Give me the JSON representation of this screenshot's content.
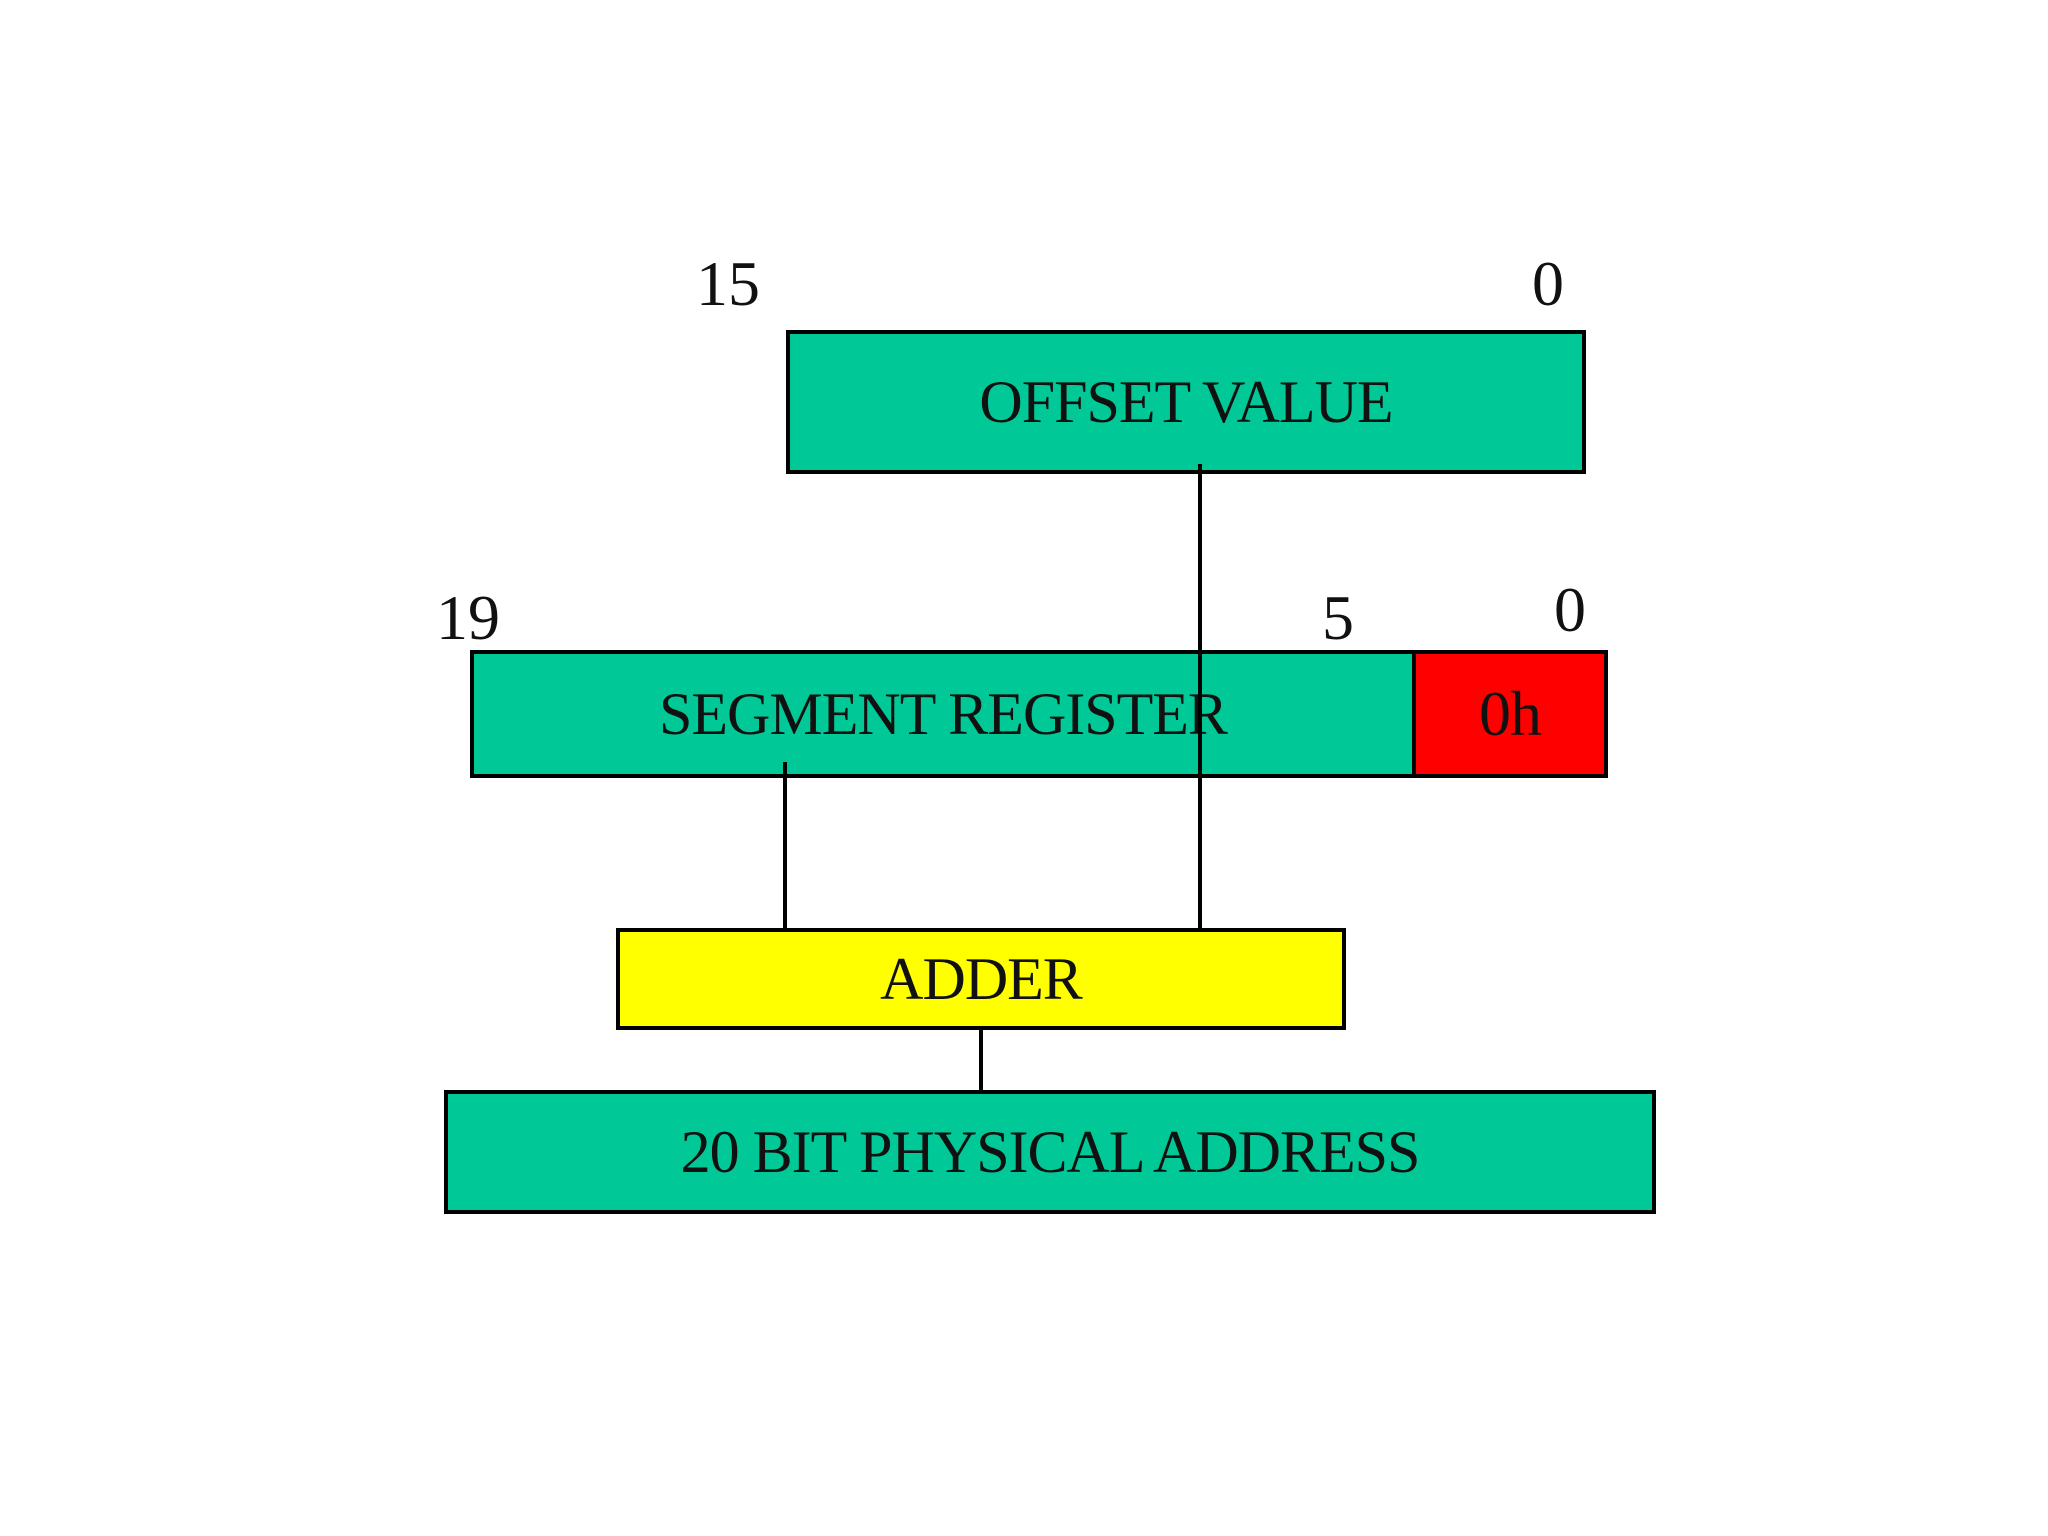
{
  "colors": {
    "register": "#00c896",
    "zero_nibble": "#ff0000",
    "adder": "#ffff00",
    "border": "#000000"
  },
  "offset": {
    "label": "OFFSET VALUE",
    "bit_high": "15",
    "bit_low": "0"
  },
  "segment": {
    "label": "SEGMENT REGISTER",
    "bit_high": "19",
    "bit_mid": "5",
    "bit_low": "0",
    "zero_label": "0h"
  },
  "adder": {
    "label": "ADDER"
  },
  "result": {
    "label": "20 BIT PHYSICAL ADDRESS"
  }
}
